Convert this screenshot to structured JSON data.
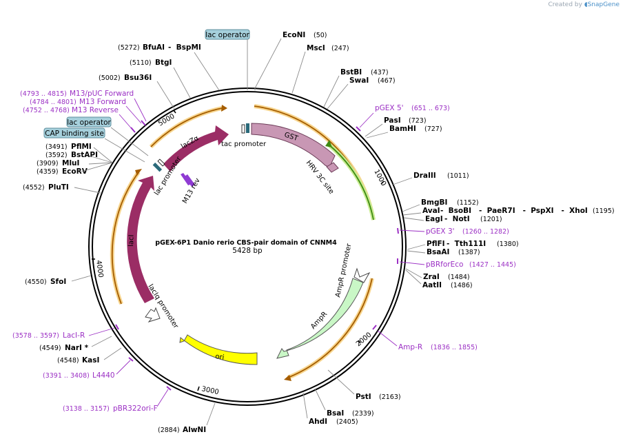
{
  "credit": {
    "prefix": "Created by",
    "brand": "SnapGene"
  },
  "plasmid": {
    "name": "pGEX-6P1 Danio rerio CBS-pair domain of CNNM4",
    "size_label": "5428 bp"
  },
  "boxed_labels": [
    {
      "id": "lac-operator-top",
      "text": "lac operator"
    },
    {
      "id": "lac-operator-left",
      "text": "lac operator"
    },
    {
      "id": "cap-binding-site",
      "text": "CAP binding site"
    }
  ],
  "enzymes": [
    {
      "id": "bfuai-bspmi",
      "pos": "(5272)",
      "name": "BfuAI",
      "extra": "-  BspMI"
    },
    {
      "id": "btgi",
      "pos": "(5110)",
      "name": "BtgI"
    },
    {
      "id": "bsu36i",
      "pos": "(5002)",
      "name": "Bsu36I"
    },
    {
      "id": "econi",
      "pos": "(50)",
      "name": "EcoNI"
    },
    {
      "id": "msci",
      "pos": "(247)",
      "name": "MscI"
    },
    {
      "id": "bstbi",
      "pos": "(437)",
      "name": "BstBI"
    },
    {
      "id": "swai",
      "pos": "(467)",
      "name": "SwaI"
    },
    {
      "id": "pasi",
      "pos": "(723)",
      "name": "PasI"
    },
    {
      "id": "bamhi",
      "pos": "(727)",
      "name": "BamHI"
    },
    {
      "id": "draiii",
      "pos": "(1011)",
      "name": "DraIII"
    },
    {
      "id": "bmgbi",
      "pos": "(1152)",
      "name": "BmgBI"
    },
    {
      "id": "avai-group",
      "pos": "(1195)",
      "name": "AvaI",
      "extra": "-  BsoBI   -  PaeR7I   -  PspXI   -  XhoI"
    },
    {
      "id": "eagi-noti",
      "pos": "(1201)",
      "name": "EagI",
      "extra": "-  NotI"
    },
    {
      "id": "pflfi-tth",
      "pos": "(1380)",
      "name": "PflFI",
      "extra": "-  Tth111I"
    },
    {
      "id": "bsaai",
      "pos": "(1387)",
      "name": "BsaAI"
    },
    {
      "id": "zrai",
      "pos": "(1484)",
      "name": "ZraI"
    },
    {
      "id": "aatii",
      "pos": "(1486)",
      "name": "AatII"
    },
    {
      "id": "psti",
      "pos": "(2163)",
      "name": "PstI"
    },
    {
      "id": "bsai",
      "pos": "(2339)",
      "name": "BsaI"
    },
    {
      "id": "ahdi",
      "pos": "(2405)",
      "name": "AhdI"
    },
    {
      "id": "alwni",
      "pos": "(2884)",
      "name": "AlwNI"
    },
    {
      "id": "pflmi",
      "pos": "(3491)",
      "name": "PflMI"
    },
    {
      "id": "bstapi",
      "pos": "(3592)",
      "name": "BstAPI"
    },
    {
      "id": "mlui",
      "pos": "(3909)",
      "name": "MluI"
    },
    {
      "id": "ecorv",
      "pos": "(4359)",
      "name": "EcoRV"
    },
    {
      "id": "pluti",
      "pos": "(4552)",
      "name": "PluTI"
    },
    {
      "id": "sfoi",
      "pos": "(4550)",
      "name": "SfoI"
    },
    {
      "id": "nari",
      "pos": "(4549)",
      "name": "NarI *"
    },
    {
      "id": "kasi",
      "pos": "(4548)",
      "name": "KasI"
    }
  ],
  "primers": [
    {
      "id": "m13-puc-forward",
      "pos": "(4793 .. 4815)",
      "name": "M13/pUC Forward"
    },
    {
      "id": "m13-forward",
      "pos": "(4784 .. 4801)",
      "name": "M13 Forward"
    },
    {
      "id": "m13-reverse",
      "pos": "(4752 .. 4768)",
      "name": "M13 Reverse"
    },
    {
      "id": "pgex-5",
      "pos": "(651 .. 673)",
      "name": "pGEX 5'"
    },
    {
      "id": "pgex-3",
      "pos": "(1260 .. 1282)",
      "name": "pGEX 3'"
    },
    {
      "id": "pbrforeco",
      "pos": "(1427 .. 1445)",
      "name": "pBRforEco"
    },
    {
      "id": "amp-r",
      "pos": "(1836 .. 1855)",
      "name": "Amp-R"
    },
    {
      "id": "laci-r",
      "pos": "(3578 .. 3597)",
      "name": "LacI-R"
    },
    {
      "id": "l4440",
      "pos": "(3391 .. 3408)",
      "name": "L4440"
    },
    {
      "id": "pbr322ori-f",
      "pos": "(3138 .. 3157)",
      "name": "pBR322ori-F"
    }
  ],
  "features": [
    {
      "id": "gst",
      "label": "GST",
      "color": "#c897b4"
    },
    {
      "id": "hrv-3c-site",
      "label": "HRV 3C site",
      "color": "#c897b4"
    },
    {
      "id": "tac-promoter",
      "label": "tac promoter",
      "color": "#ffffff"
    },
    {
      "id": "laczalpha",
      "label": "lacZα",
      "color": "#9b2d65"
    },
    {
      "id": "lac-promoter",
      "label": "lac promoter",
      "color": "#ffffff"
    },
    {
      "id": "m13-rev",
      "label": "M13 rev",
      "color": "#8f3bd3"
    },
    {
      "id": "laci",
      "label": "lacI",
      "color": "#9b2d65"
    },
    {
      "id": "laciq-promoter",
      "label": "lacIq promoter",
      "color": "#ffffff"
    },
    {
      "id": "ori",
      "label": "ori",
      "color": "#ffff00"
    },
    {
      "id": "ampr",
      "label": "AmpR",
      "color": "#c9f7c6"
    },
    {
      "id": "ampr-promoter",
      "label": "AmpR promoter",
      "color": "#ffffff"
    }
  ],
  "ticks": [
    "1000",
    "2000",
    "3000",
    "4000",
    "5000"
  ],
  "colors": {
    "orf": "#e9a21a",
    "orf_green": "#62b32e",
    "primer": "#9b2fc4"
  }
}
